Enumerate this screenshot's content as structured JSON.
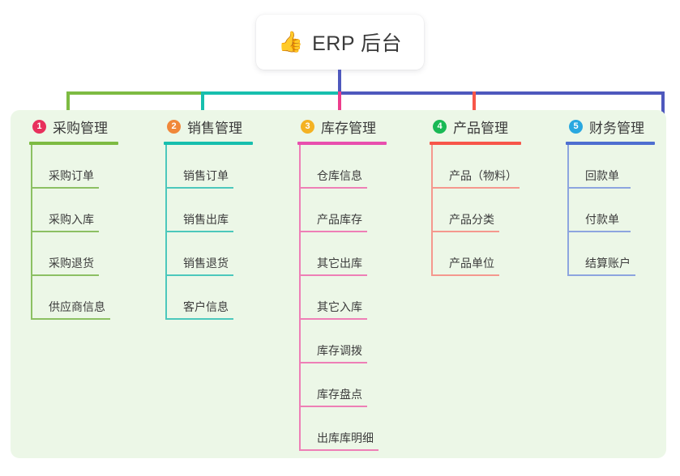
{
  "root": {
    "icon": "thumbs-up-icon",
    "icon_glyph": "👍",
    "title": "ERP 后台"
  },
  "colors": {
    "panel_bg": "#ecf7e7",
    "stem": "#4e58bd",
    "bus_segments": [
      "#7dbb42",
      "#17bfae",
      "#4e58bd"
    ],
    "drops": [
      "#7dbb42",
      "#17bfae",
      "#ed3d8c",
      "#f7564a",
      "#4e58bd"
    ]
  },
  "columns": [
    {
      "number": "1",
      "title": "采购管理",
      "badge_color": "#e8305c",
      "rule_color": "#7dbb42",
      "item_color": "#8cc063",
      "items": [
        {
          "label": "采购订单",
          "rule_width": 82
        },
        {
          "label": "采购入库",
          "rule_width": 82
        },
        {
          "label": "采购退货",
          "rule_width": 82
        },
        {
          "label": "供应商信息",
          "rule_width": 96
        }
      ]
    },
    {
      "number": "2",
      "title": "销售管理",
      "badge_color": "#f0883a",
      "rule_color": "#17bfae",
      "item_color": "#4cc8bc",
      "items": [
        {
          "label": "销售订单",
          "rule_width": 82
        },
        {
          "label": "销售出库",
          "rule_width": 82
        },
        {
          "label": "销售退货",
          "rule_width": 82
        },
        {
          "label": "客户信息",
          "rule_width": 82
        }
      ]
    },
    {
      "number": "3",
      "title": "库存管理",
      "badge_color": "#f4b223",
      "rule_color": "#e84fae",
      "item_color": "#ee7fb6",
      "items": [
        {
          "label": "仓库信息",
          "rule_width": 82
        },
        {
          "label": "产品库存",
          "rule_width": 82
        },
        {
          "label": "其它出库",
          "rule_width": 82
        },
        {
          "label": "其它入库",
          "rule_width": 82
        },
        {
          "label": "库存调拨",
          "rule_width": 82
        },
        {
          "label": "库存盘点",
          "rule_width": 82
        },
        {
          "label": "出库库明细",
          "rule_width": 96
        }
      ]
    },
    {
      "number": "4",
      "title": "产品管理",
      "badge_color": "#19b955",
      "rule_color": "#f7564a",
      "item_color": "#f5988e",
      "items": [
        {
          "label": "产品（物料）",
          "rule_width": 107
        },
        {
          "label": "产品分类",
          "rule_width": 82
        },
        {
          "label": "产品单位",
          "rule_width": 82
        }
      ]
    },
    {
      "number": "5",
      "title": "财务管理",
      "badge_color": "#29a8e0",
      "rule_color": "#4e6fd0",
      "item_color": "#8da5df",
      "items": [
        {
          "label": "回款单",
          "rule_width": 76
        },
        {
          "label": "付款单",
          "rule_width": 76
        },
        {
          "label": "结算账户",
          "rule_width": 82
        }
      ]
    }
  ]
}
